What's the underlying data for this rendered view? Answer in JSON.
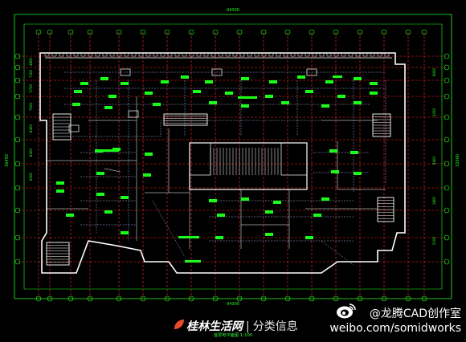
{
  "drawing": {
    "scale_label": "首层电平面图 1:100",
    "top_total_dim": "94300",
    "bottom_total_dim": "94300",
    "left_dim_labels": [
      "4800",
      "7300",
      "5700",
      "7500",
      "8400",
      "8400",
      "6000"
    ],
    "right_dim_labels": [
      "8000",
      "4200",
      "8400",
      "1800",
      "2100"
    ],
    "right_total_dim": "32000",
    "left_total_dim": "36450"
  },
  "watermark": {
    "weibo_handle": "@龙腾CAD创作室",
    "weibo_url": "weibo.com/somidworks",
    "site_brand": "桂林生活网",
    "site_sep": "|",
    "site_section": "分类信息"
  },
  "colors": {
    "background": "#000000",
    "wall": "#ffffff",
    "grid": "#ff2a2a",
    "dimension": "#21ff21",
    "wiring": "#c8c8ff",
    "fixture": "#19ff19"
  }
}
